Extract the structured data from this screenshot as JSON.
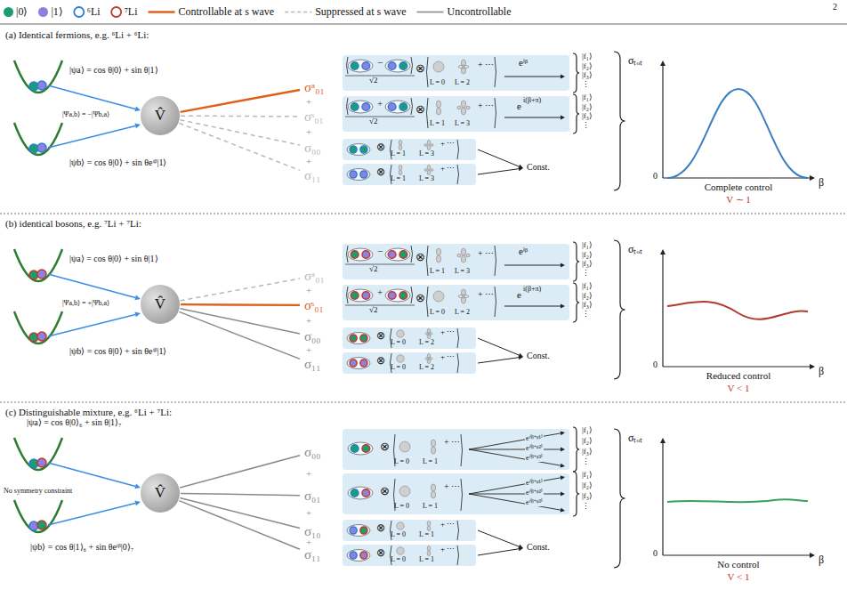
{
  "diagram": {
    "nodes": [
      {
        "text": [
          "V̂"
        ]
      },
      {
        "text": [
          "σᵃ₀₁"
        ]
      },
      {
        "text": [
          "σˢ₀₁"
        ]
      },
      {
        "text": [
          "σ₀₀"
        ]
      },
      {
        "text": [
          "σ₁₁"
        ]
      },
      {
        "text": [
          "−",
          "√2",
          "⊗",
          "L = 0",
          "L = 2",
          "+ ⋯",
          "eⁱᵝ"
        ]
      },
      {
        "text": [
          "+",
          "√2",
          "⊗",
          "L = 1",
          "L = 3",
          "+ ⋯",
          "e",
          "i(β+π)"
        ]
      },
      {
        "text": [
          "⊗",
          "L = 1",
          "L = 3",
          "+ ⋯"
        ]
      },
      {
        "text": [
          "⊗",
          "L = 1",
          "L = 3",
          "+ ⋯"
        ]
      },
      {
        "text": [
          "V̂"
        ]
      },
      {
        "text": [
          "σᵃ₀₁"
        ]
      },
      {
        "text": [
          "σˢ₀₁"
        ]
      },
      {
        "text": [
          "σ₀₀"
        ]
      },
      {
        "text": [
          "σ₁₁"
        ]
      },
      {
        "text": [
          "−",
          "√2",
          "⊗",
          "L = 1",
          "L = 3",
          "+ ⋯",
          "eⁱᵝ"
        ]
      },
      {
        "text": [
          "+",
          "√2",
          "⊗",
          "L = 0",
          "L = 2",
          "+ ⋯",
          "e",
          "i(β+π)"
        ]
      },
      {
        "text": [
          "⊗",
          "L = 0",
          "L = 2",
          "+ ⋯"
        ]
      },
      {
        "text": [
          "⊗",
          "L = 0",
          "L = 2",
          "+ ⋯"
        ]
      },
      {
        "text": [
          "V̂"
        ]
      },
      {
        "text": [
          "σ₀₀"
        ]
      },
      {
        "text": [
          "σ₀₁"
        ]
      },
      {
        "text": [
          "σ₁₀"
        ]
      },
      {
        "text": [
          "σ₁₁"
        ]
      },
      {
        "text": [
          "⊗",
          "L = 0",
          "L = 1",
          "+ ⋯",
          "eⁱ⁽ᵝ⁺ᵠ¹⁾",
          "eⁱ⁽ᵝ⁺ᵠ²⁾",
          "eⁱ⁽ᵝ⁺ᵠ³⁾"
        ]
      },
      {
        "text": [
          "⊗",
          "L = 0",
          "L = 1",
          "+ ⋯",
          "eⁱ⁽ᵝ⁺ᵠ¹⁾",
          "eⁱ⁽ᵝ⁺ᵠ²⁾",
          "eⁱ⁽ᵝ⁺ᵠ³⁾"
        ]
      },
      {
        "text": [
          "⊗",
          "L = 0",
          "L = 1",
          "+ ⋯"
        ]
      },
      {
        "text": [
          "⊗",
          "L = 0",
          "L = 1",
          "+ ⋯"
        ]
      }
    ],
    "edges": [
      {
        "from": 0,
        "to": 1,
        "arrow": "none"
      },
      {
        "from": 0,
        "to": 2,
        "arrow": "none"
      },
      {
        "from": 0,
        "to": 3,
        "arrow": "none"
      },
      {
        "from": 0,
        "to": 4,
        "arrow": "none"
      },
      {
        "from": 9,
        "to": 10,
        "arrow": "none"
      },
      {
        "from": 9,
        "to": 11,
        "arrow": "none"
      },
      {
        "from": 9,
        "to": 12,
        "arrow": "none"
      },
      {
        "from": 9,
        "to": 13,
        "arrow": "none"
      },
      {
        "from": 18,
        "to": 19,
        "arrow": "none"
      },
      {
        "from": 18,
        "to": 20,
        "arrow": "none"
      },
      {
        "from": 18,
        "to": 21,
        "arrow": "none"
      },
      {
        "from": 18,
        "to": 22,
        "arrow": "none"
      }
    ],
    "labels": [
      "2",
      "(a) Identical fermions, e.g. ⁶Li + ⁶Li:",
      "|ψa⟩ = cos θ|0⟩ + sin θ|1⟩",
      "|Ψa,b⟩ = −|Ψb,a⟩",
      "|ψb⟩ = cos θ|0⟩ + sin θeⁱᵝ|1⟩",
      "+",
      "+",
      "+",
      "|f₁⟩",
      "|f₂⟩",
      "|f₃⟩",
      "⋮",
      "|f₁⟩",
      "|f₂⟩",
      "|f₃⟩",
      "⋮",
      "Const.",
      "σₜₒₜ",
      "0",
      "β",
      "Complete control",
      "V ∼ 1",
      "(b) identical bosons, e.g. ⁷Li + ⁷Li:",
      "|ψa⟩ = cos θ|0⟩ + sin θ|1⟩",
      "|Ψa,b⟩ = +|Ψb,a⟩",
      "|ψb⟩ = cos θ|0⟩ + sin θeⁱᵝ|1⟩",
      "+",
      "+",
      "+",
      "|f₁⟩",
      "|f₂⟩",
      "|f₃⟩",
      "⋮",
      "|f₁⟩",
      "|f₂⟩",
      "|f₃⟩",
      "⋮",
      "Const.",
      "σₜₒₜ",
      "0",
      "β",
      "Reduced control",
      "V < 1",
      "(c) Distinguishable mixture, e.g. ⁶Li + ⁷Li:",
      "|ψa⟩ = cos θ|0⟩₆ + sin θ|1⟩₇",
      "No symmetry constraint",
      "|ψb⟩ = cos θ|1⟩₆ + sin θeⁱᵝ|0⟩₇",
      "+",
      "+",
      "+",
      "|f₁⟩",
      "|f₂⟩",
      "|f₃⟩",
      "⋮",
      "|f₁⟩",
      "|f₂⟩",
      "|f₃⟩",
      "⋮",
      "Const.",
      "σₜₒₜ",
      "0",
      "β",
      "No control",
      "V < 1"
    ],
    "legend": [
      {
        "text": "|0⟩",
        "color": "#1a9e6e"
      },
      {
        "text": "|1⟩",
        "color": "#8f7fe0"
      },
      {
        "text": "⁶Li"
      },
      {
        "text": "⁷Li"
      },
      {
        "text": "Controllable at s wave"
      },
      {
        "text": "Suppressed at s wave"
      },
      {
        "text": "Uncontrollable"
      }
    ]
  }
}
